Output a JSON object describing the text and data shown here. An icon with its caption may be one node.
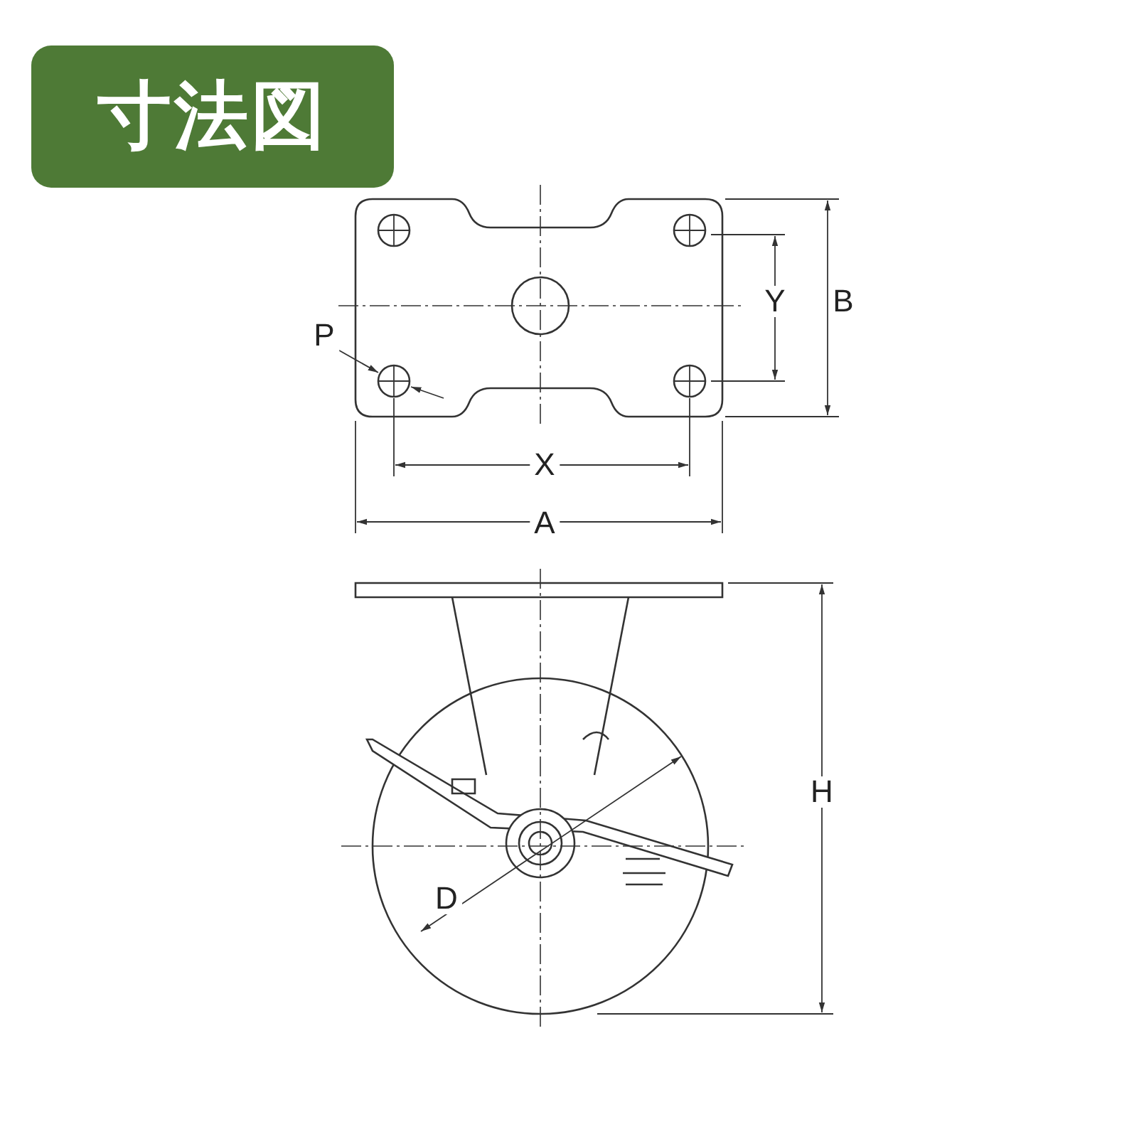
{
  "diagram": {
    "title": "寸法図",
    "labels": [
      "P",
      "Y",
      "B",
      "X",
      "A",
      "H",
      "D"
    ]
  }
}
